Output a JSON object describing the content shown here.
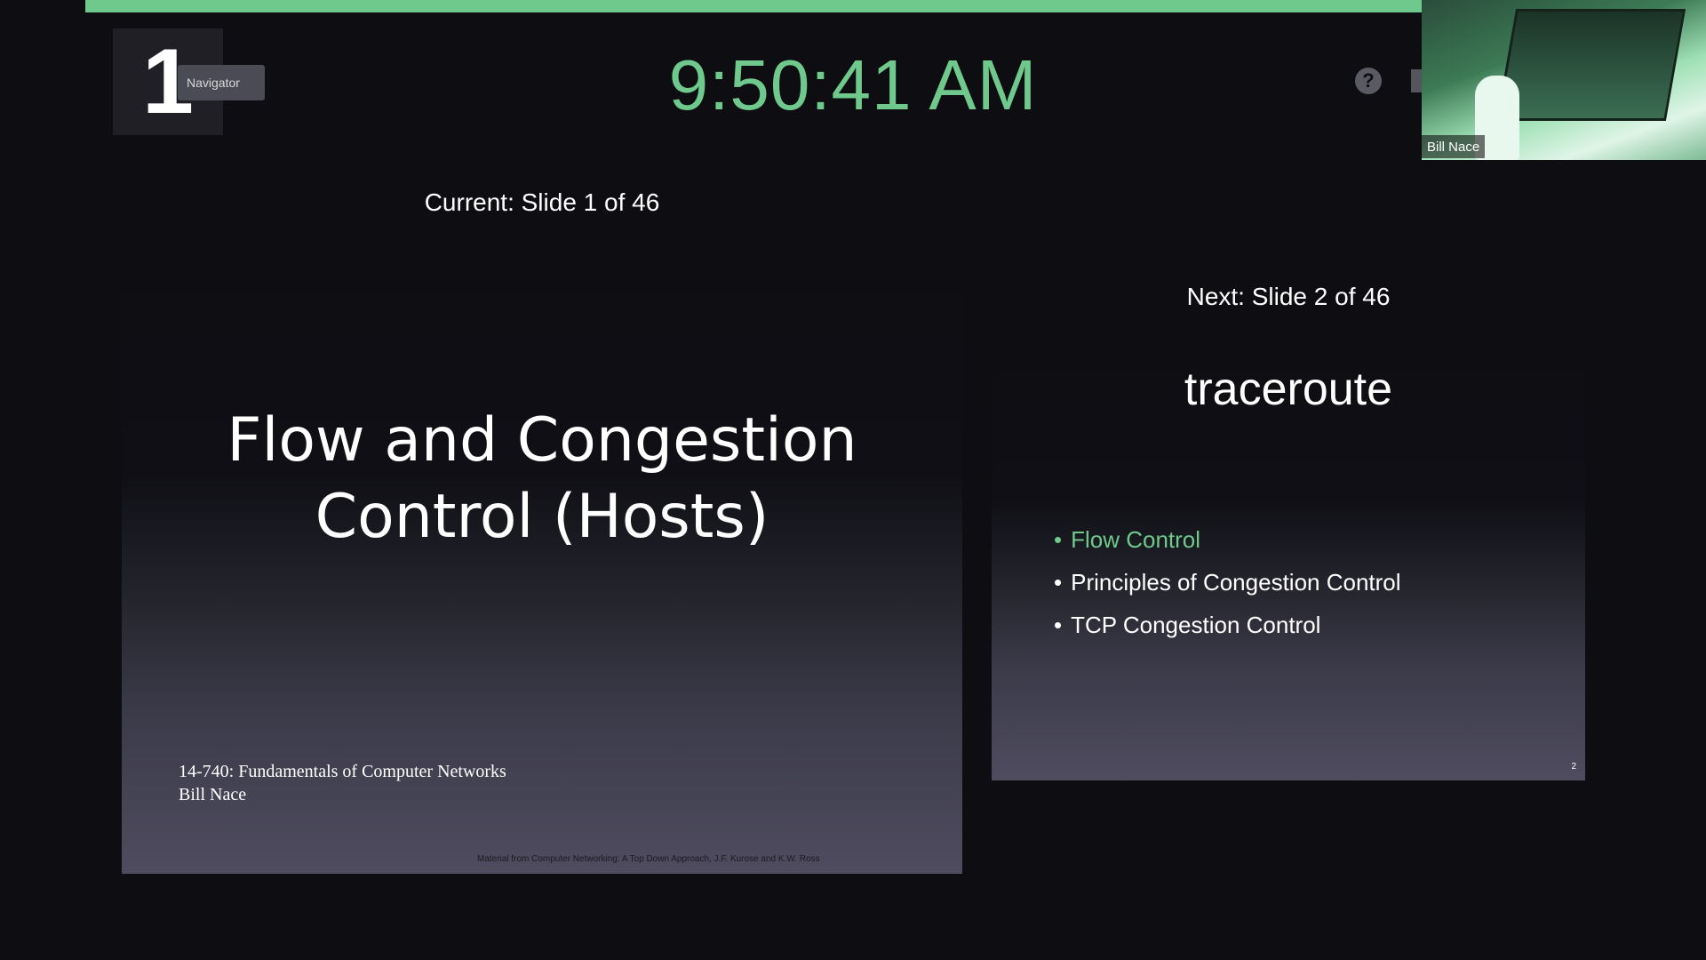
{
  "colors": {
    "accent": "#6fc98c",
    "background": "#0d0d12"
  },
  "header": {
    "slide_number": "1",
    "navigator_label": "Navigator",
    "clock": "9:50:41 AM",
    "help_icon": "question-circle-icon"
  },
  "webcam": {
    "name": "Bill Nace"
  },
  "current": {
    "label": "Current: Slide 1 of 46",
    "title_line1": "Flow and Congestion",
    "title_line2": "Control (Hosts)",
    "course": "14-740: Fundamentals of Computer Networks",
    "author": "Bill Nace",
    "credit": "Material from Computer Networking: A Top Down Approach, J.F. Kurose and K.W. Ross"
  },
  "next": {
    "label": "Next: Slide 2 of 46",
    "title": "traceroute",
    "bullets": [
      "Flow Control",
      "Principles of Congestion Control",
      "TCP Congestion Control"
    ],
    "page_number": "2"
  }
}
